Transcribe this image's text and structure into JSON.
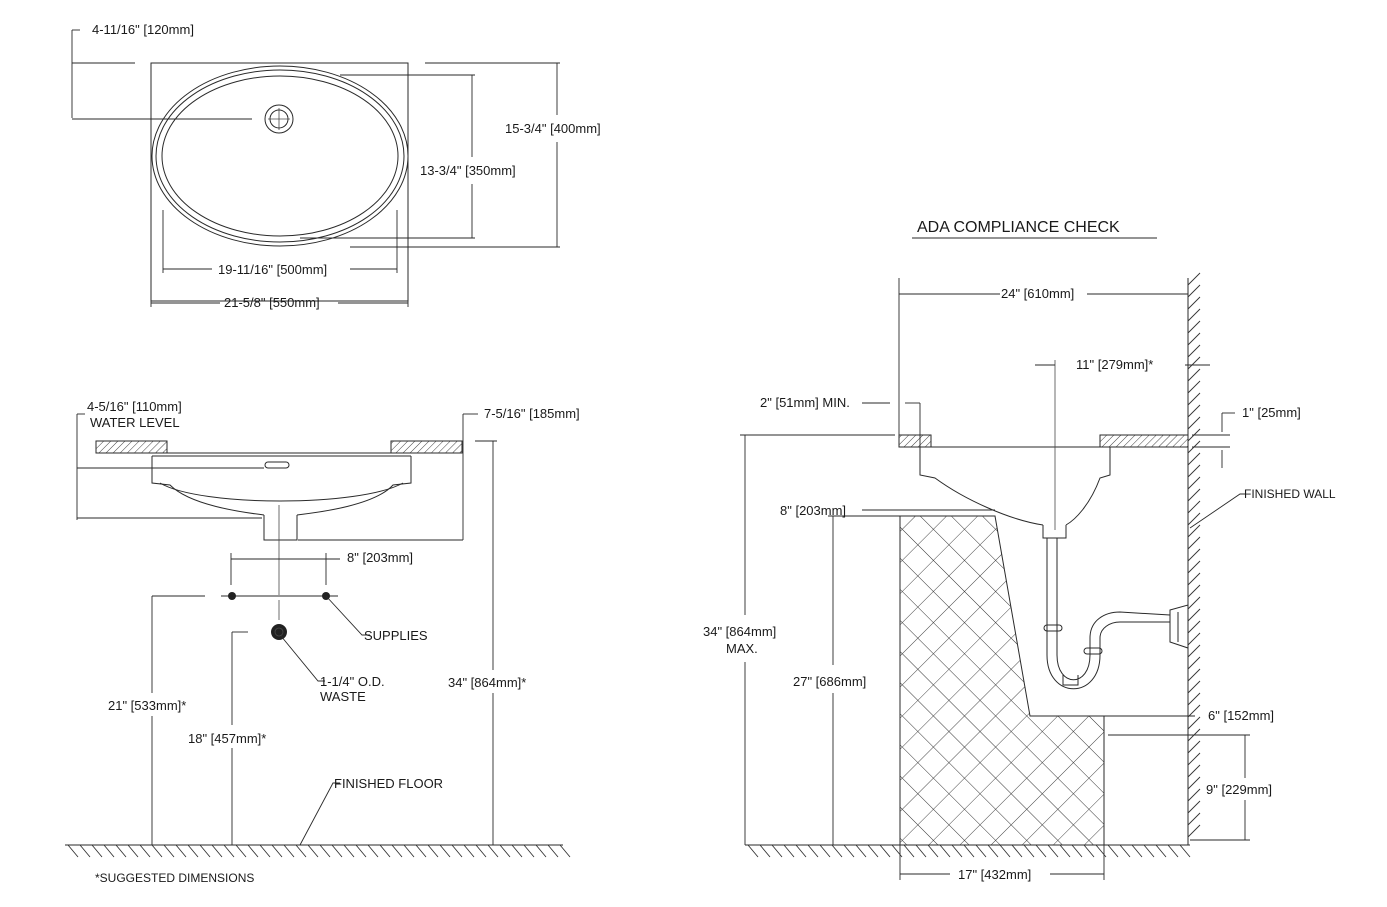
{
  "top_view": {
    "overflow_offset": "4-11/16\" [120mm]",
    "outer_depth": "15-3/4\" [400mm]",
    "bowl_depth": "13-3/4\" [350mm]",
    "bowl_width": "19-11/16\" [500mm]",
    "outer_width": "21-5/8\" [550mm]"
  },
  "front_view": {
    "water_level_depth": "4-5/16\" [110mm]",
    "water_level": "WATER LEVEL",
    "bowl_height": "7-5/16\" [185mm]",
    "supply_spacing": "8\" [203mm]",
    "supplies": "SUPPLIES",
    "waste_line1": "1-1/4\" O.D.",
    "waste_line2": "WASTE",
    "supply_height": "21\" [533mm]*",
    "waste_height": "18\" [457mm]*",
    "counter_height": "34\" [864mm]*",
    "finished_floor": "FINISHED FLOOR",
    "footnote": "*SUGGESTED DIMENSIONS"
  },
  "ada": {
    "title": "ADA COMPLIANCE CHECK",
    "total_depth": "24\" [610mm]",
    "drain_from_wall": "11\" [279mm]*",
    "front_min": "2\" [51mm] MIN.",
    "counter_thickness": "1\" [25mm]",
    "finished_wall": "FINISHED WALL",
    "knee_depth": "8\" [203mm]",
    "max_height_line1": "34\" [864mm]",
    "max_height_line2": "MAX.",
    "knee_height": "27\" [686mm]",
    "toe_recess": "6\" [152mm]",
    "toe_height": "9\" [229mm]",
    "clear_depth": "17\" [432mm]"
  },
  "colors": {
    "line": "#2a2a2a",
    "background": "#ffffff"
  }
}
